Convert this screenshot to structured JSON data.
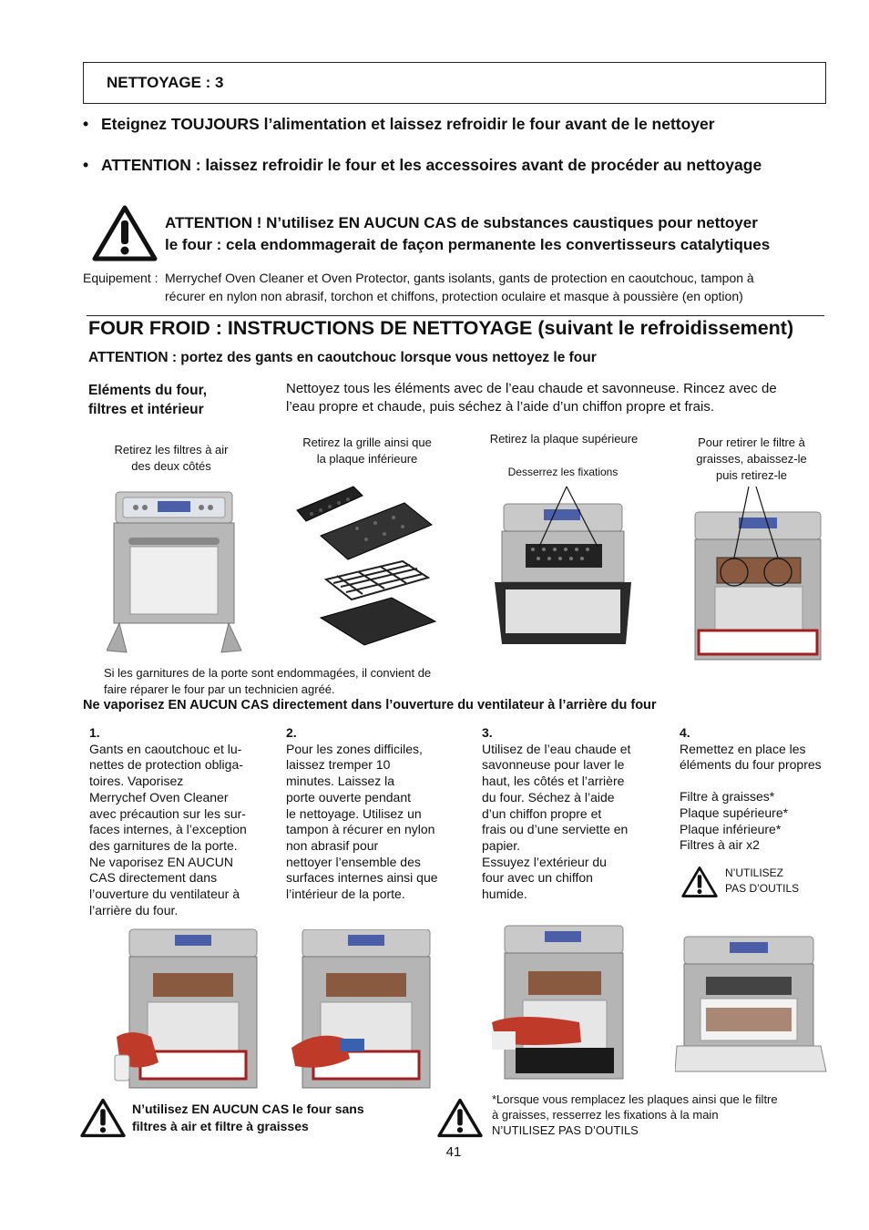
{
  "header": {
    "title": "NETTOYAGE : 3"
  },
  "bullets": [
    "Eteignez TOUJOURS l’alimentation et laissez refroidir le four avant de le nettoyer",
    "ATTENTION : laissez refroidir le four et les accessoires avant de procéder au nettoyage"
  ],
  "warning_main": {
    "line1": "ATTENTION ! N’utilisez EN AUCUN CAS de substances caustiques pour nettoyer",
    "line2": "le four : cela endommagerait de façon permanente les convertisseurs catalytiques"
  },
  "equipment": {
    "label": "Equipement :",
    "line1": "Merrychef Oven Cleaner et Oven Protector, gants isolants, gants de protection en caoutchouc, tampon à",
    "line2": "récurer en nylon non abrasif, torchon et chiffons, protection oculaire et masque à poussière (en option)"
  },
  "section": {
    "title": "FOUR FROID : INSTRUCTIONS DE NETTOYAGE (suivant le refroidissement)",
    "gloves_warning": "ATTENTION : portez des gants en caoutchouc lorsque vous nettoyez le four",
    "elements_title_1": "Eléments du four,",
    "elements_title_2": "filtres et intérieur",
    "elements_text_1": "Nettoyez tous les éléments avec de l’eau chaude et savonneuse. Rincez avec de",
    "elements_text_2": "l’eau propre et chaude, puis séchez à l’aide d’un chiffon propre et frais."
  },
  "captions": {
    "c1_1": "Retirez les filtres à air",
    "c1_2": "des deux côtés",
    "c2_1": "Retirez la grille ainsi que",
    "c2_2": "la plaque inférieure",
    "c3_1": "Retirez la plaque supérieure",
    "c3_2": "Desserrez les fixations",
    "c4_1": "Pour retirer le filtre à",
    "c4_2": "graisses, abaissez-le",
    "c4_3": "puis retirez-le"
  },
  "door_note": {
    "line1": "Si les garnitures de la porte sont endommagées, il convient de",
    "line2": "faire réparer le four par un technicien agréé."
  },
  "spray_warning": "Ne vaporisez EN AUCUN CAS directement dans l’ouverture du ventilateur à l’arrière du four",
  "steps": [
    {
      "num": "1.",
      "lines": [
        "Gants en caoutchouc et lu-",
        "nettes de protection obliga-",
        "toires. Vaporisez",
        "Merrychef Oven Cleaner",
        "avec précaution sur les sur-",
        "faces internes, à l’exception",
        "des garnitures de la porte.",
        "Ne vaporisez EN AUCUN",
        "CAS directement dans",
        "l’ouverture du ventilateur à",
        "l’arrière du four."
      ]
    },
    {
      "num": "2.",
      "lines": [
        "Pour les zones difficiles,",
        "laissez tremper 10",
        "minutes. Laissez la",
        "porte ouverte pendant",
        "le nettoyage. Utilisez un",
        "tampon à récurer en nylon",
        "non abrasif pour",
        "nettoyer l’ensemble des",
        "surfaces internes ainsi que",
        "l’intérieur de la porte."
      ]
    },
    {
      "num": "3.",
      "lines": [
        "Utilisez de l’eau chaude et",
        "savonneuse pour laver le",
        "haut, les côtés et l’arrière",
        "du four. Séchez à l’aide",
        "d’un chiffon propre et",
        "frais ou d’une serviette en",
        "papier.",
        "Essuyez l’extérieur du",
        "four avec un chiffon",
        "humide."
      ]
    },
    {
      "num": "4.",
      "lines": [
        "Remettez en place les",
        "éléments du four propres",
        "",
        "Filtre à graisses*",
        "Plaque supérieure*",
        "Plaque inférieure*",
        "Filtres à air x2"
      ]
    }
  ],
  "no_tools": {
    "line1": "N’UTILISEZ",
    "line2": "PAS D’OUTILS"
  },
  "footer": {
    "warn_left_1": "N’utilisez EN AUCUN CAS le four sans",
    "warn_left_2": "filtres à air et filtre à graisses",
    "warn_right_1": "*Lorsque vous remplacez les plaques ainsi que le filtre",
    "warn_right_2": "à graisses, resserrez les fixations à la main",
    "warn_right_3": "N’UTILISEZ PAS D’OUTILS",
    "page_number": "41"
  },
  "colors": {
    "text": "#111111",
    "oven_body": "#b8b8b8",
    "door_seal": "#a02020",
    "glove": "#c03a2a",
    "panel_blue": "#4a5fa8"
  },
  "icons": [
    "warning-triangle-icon"
  ]
}
